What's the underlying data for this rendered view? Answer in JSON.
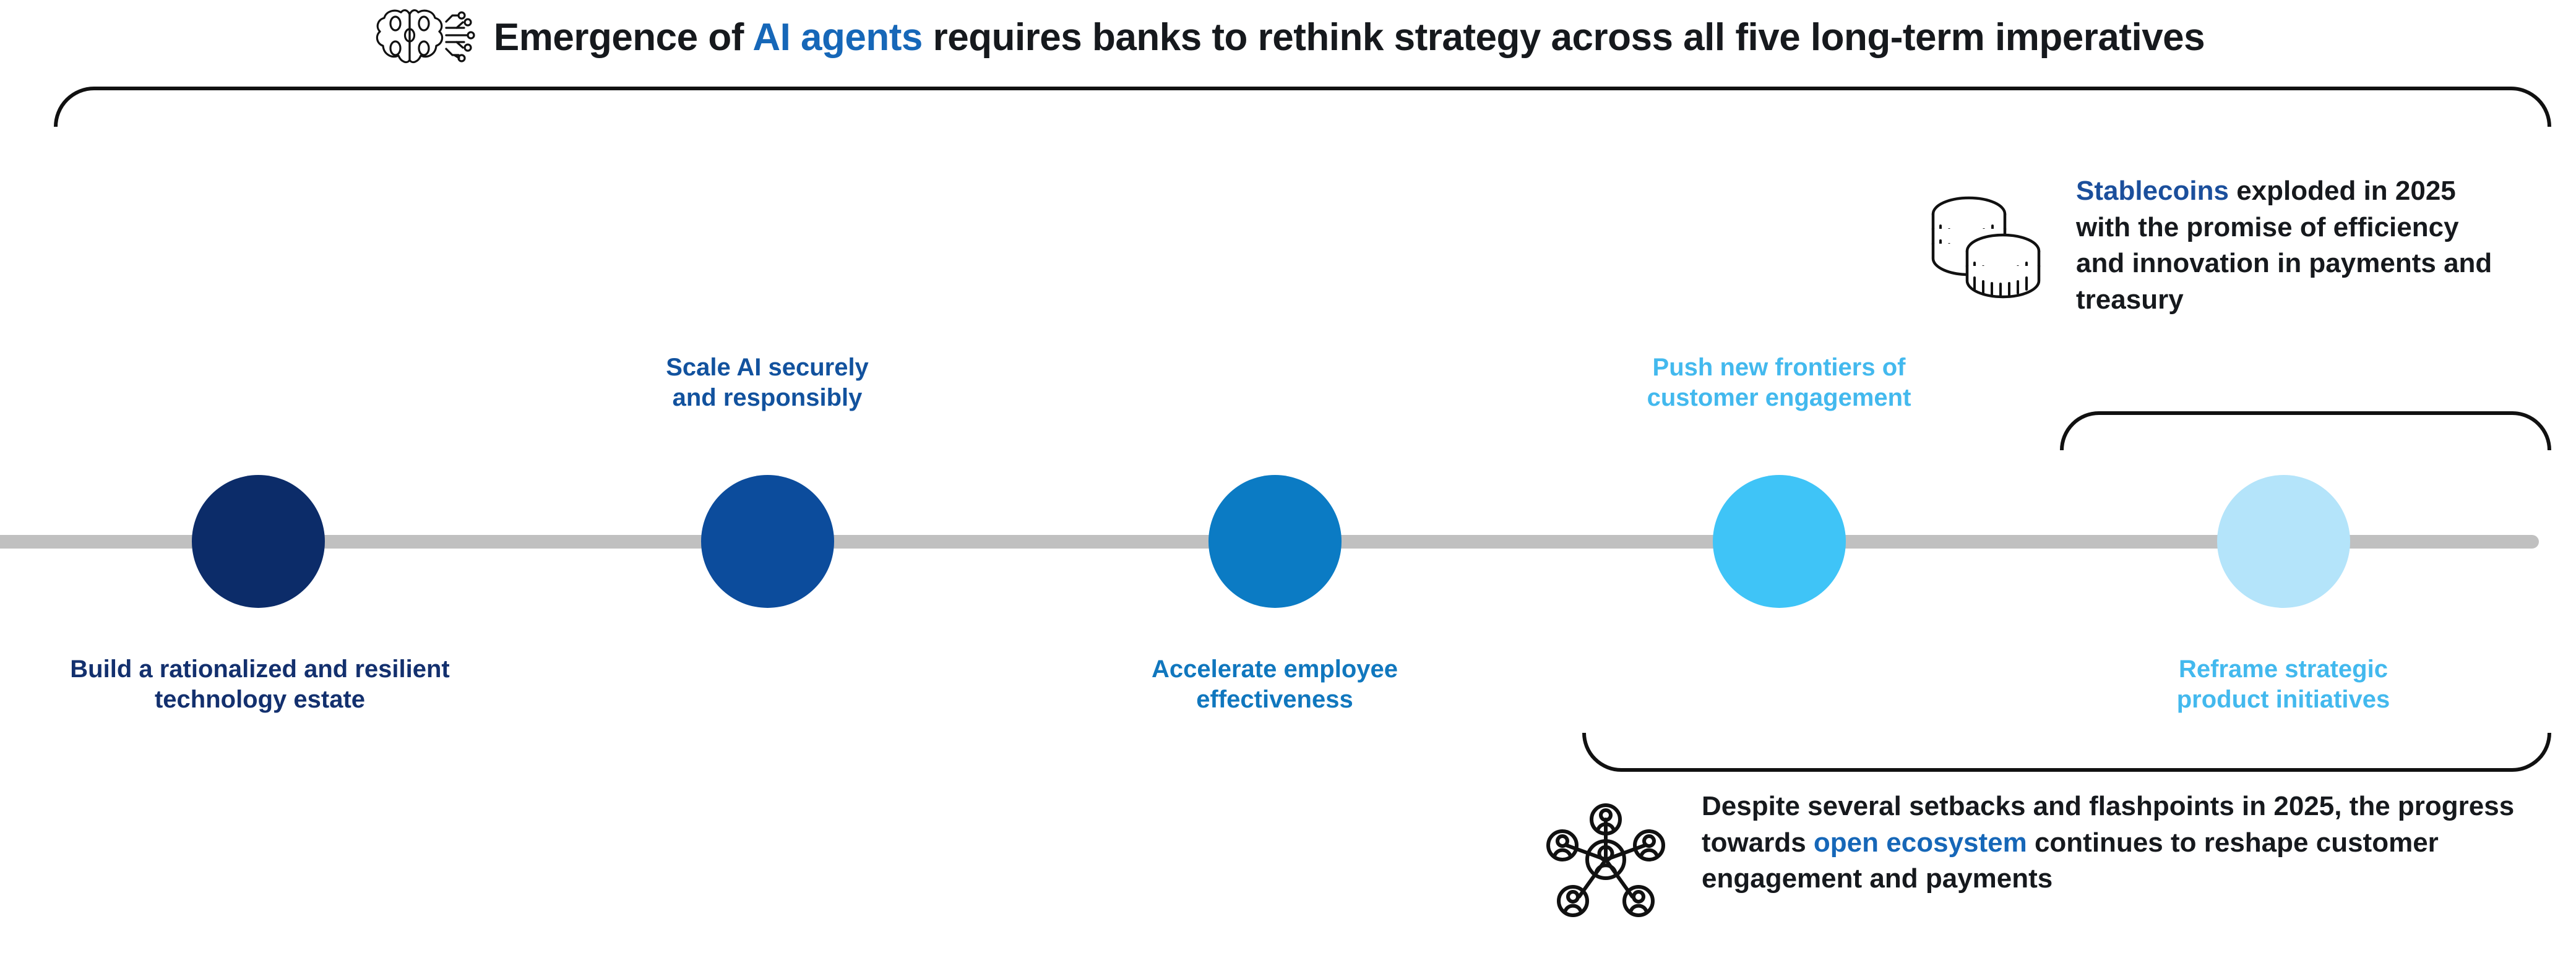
{
  "header": {
    "icon": "brain-ai-chip-icon",
    "title_parts": [
      {
        "text": "Emergence of ",
        "highlight": false
      },
      {
        "text": "AI agents",
        "highlight": true
      },
      {
        "text": " requires banks to rethink strategy across all five long-term imperatives",
        "highlight": false
      }
    ],
    "title_plain": "Emergence of AI agents requires banks to rethink strategy across all five long-term imperatives"
  },
  "timeline": {
    "line_color": "#c0c0c0",
    "nodes": [
      {
        "id": "node-1",
        "label": "Build a rationalized and resilient technology estate",
        "label_line1": "Build a rationalized and resilient",
        "label_line2": "technology estate",
        "circle_color": "#0c2c69",
        "label_color": "#13306e",
        "label_position": "below"
      },
      {
        "id": "node-2",
        "label": "Scale AI securely and responsibly",
        "label_line1": "Scale AI securely",
        "label_line2": "and responsibly",
        "circle_color": "#0c4c9c",
        "label_color": "#12529e",
        "label_position": "above"
      },
      {
        "id": "node-3",
        "label": "Accelerate employee effectiveness",
        "label_line1": "Accelerate employee",
        "label_line2": "effectiveness",
        "circle_color": "#0b7bc4",
        "label_color": "#1077be",
        "label_position": "below"
      },
      {
        "id": "node-4",
        "label": "Push new frontiers of customer engagement",
        "label_line1": "Push new frontiers of",
        "label_line2": "customer engagement",
        "circle_color": "#3fc4f7",
        "label_color": "#43b9ee",
        "label_position": "above"
      },
      {
        "id": "node-5",
        "label": "Reframe strategic product initiatives",
        "label_line1": "Reframe strategic",
        "label_line2": "product initiatives",
        "circle_color": "#b4e4fa",
        "label_color": "#43b9ee",
        "label_position": "below"
      }
    ]
  },
  "callouts": [
    {
      "id": "callout-stablecoins",
      "icon": "stacked-coins-icon",
      "parts": [
        {
          "text": "Stablecoins",
          "highlight": true
        },
        {
          "text": " exploded in 2025 with the promise of efficiency and innovation in payments and treasury",
          "highlight": false
        }
      ],
      "plain": "Stablecoins exploded in 2025 with the promise of efficiency and innovation in payments and treasury",
      "highlight_color": "#1b4f9c"
    },
    {
      "id": "callout-ecosystem",
      "icon": "network-people-icon",
      "parts": [
        {
          "text": "Despite several setbacks and flashpoints in 2025, the progress towards ",
          "highlight": false
        },
        {
          "text": "open ecosystem",
          "highlight": true
        },
        {
          "text": " continues to reshape customer engagement and payments",
          "highlight": false
        }
      ],
      "plain": "Despite several setbacks and flashpoints in 2025, the progress towards open ecosystem continues to reshape customer engagement and payments",
      "highlight_color": "#1667b8"
    }
  ],
  "brackets": [
    {
      "id": "main-bracket",
      "orientation": "down",
      "color": "#111111"
    },
    {
      "id": "stablecoins-bracket",
      "orientation": "down",
      "color": "#111111"
    },
    {
      "id": "ecosystem-bracket",
      "orientation": "up",
      "color": "#111111"
    }
  ]
}
